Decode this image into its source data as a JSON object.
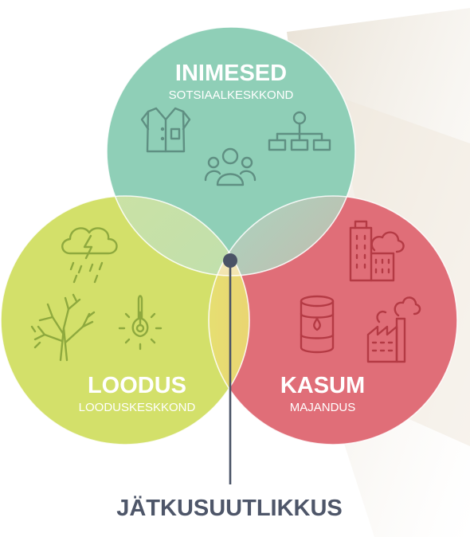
{
  "circles": {
    "people": {
      "title": "INIMESED",
      "subtitle": "SOTSIAALKESKKOND",
      "color": "#8fcfb7",
      "icons": [
        "shirt-icon",
        "people-group-icon",
        "org-chart-icon"
      ]
    },
    "nature": {
      "title": "LOODUS",
      "subtitle": "LOODUSKESKKOND",
      "color": "#d3e06a",
      "icons": [
        "storm-cloud-icon",
        "tree-icon",
        "thermometer-icon"
      ]
    },
    "profit": {
      "title": "KASUM",
      "subtitle": "MAJANDUS",
      "color": "#e06e78",
      "icons": [
        "buildings-icon",
        "oil-barrel-icon",
        "factory-icon"
      ]
    }
  },
  "center_label": "JÄTKUSUUTLIKKUS",
  "colors": {
    "center_marker": "#4a5366",
    "label_text": "#4e5669",
    "icon_people": "#5f8f82",
    "icon_nature": "#8ea93e",
    "icon_profit": "#b43a44"
  }
}
